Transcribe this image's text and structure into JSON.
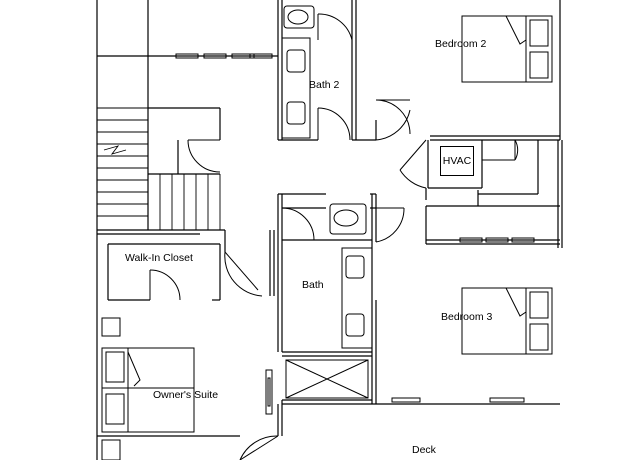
{
  "plan": {
    "rooms": {
      "bedroom2": "Bedroom 2",
      "bath2": "Bath 2",
      "hvac": "HVAC",
      "walkin_closet": "Walk-In Closet",
      "bath": "Bath",
      "bedroom3": "Bedroom 3",
      "owners_suite": "Owner's Suite",
      "deck": "Deck"
    }
  },
  "colors": {
    "line": "#000000",
    "background": "#ffffff"
  }
}
